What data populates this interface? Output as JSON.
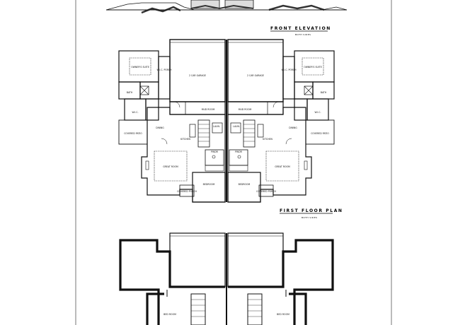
{
  "titles": {
    "front_elevation": "FRONT ELEVATION",
    "front_elevation_sub": "BOTH SIDES",
    "first_floor": "FIRST FLOOR PLAN",
    "first_floor_sub": "BOTH SIDES"
  },
  "rooms": {
    "left": {
      "owners_suite": "OWNER'S SUITE",
      "wic_porch": "W.I.C. PORCH",
      "garage": "2 CAR GARAGE",
      "bath": "BATH",
      "wic": "W.I.C.",
      "covered_patio": "COVERED PATIO",
      "dining": "DINING",
      "kitchen": "KITCHEN",
      "mud_room": "MUD ROOM",
      "laundry": "LAUN.",
      "great_room": "GREAT ROOM",
      "powder": "PWDR",
      "bedroom": "BEDROOM",
      "covered_porch": "COVERED PORCH",
      "bed_room_upper": "BED ROOM"
    },
    "right": {
      "owners_suite": "OWNER'S SUITE",
      "wic_porch": "W.I.C. PORCH",
      "garage": "2 CAR GARAGE",
      "bath": "BATH",
      "wic": "W.I.C.",
      "covered_patio": "COVERED PATIO",
      "dining": "DINING",
      "kitchen": "KITCHEN",
      "mud_room": "MUD ROOM",
      "laundry": "LAUN.",
      "great_room": "GREAT ROOM",
      "powder": "PWDR",
      "bedroom": "BEDROOM",
      "covered_porch": "COVERED PORCH",
      "bed_room_upper": "BED ROOM"
    }
  },
  "colors": {
    "line": "#111111",
    "paper": "#ffffff",
    "frame": "#555555"
  }
}
